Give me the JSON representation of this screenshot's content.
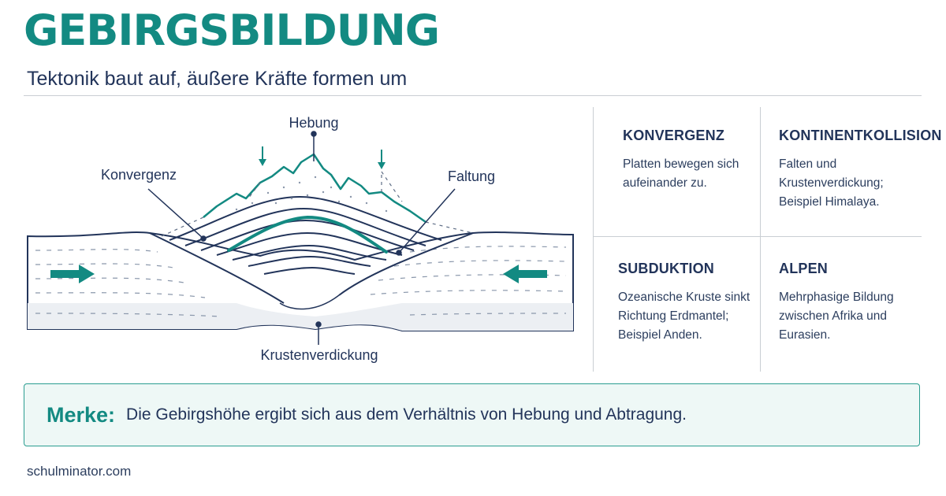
{
  "header": {
    "title": "GEBIRGSBILDUNG",
    "subtitle": "Tektonik baut auf, äußere Kräfte formen um"
  },
  "diagram": {
    "labels": {
      "hebung": "Hebung",
      "konvergenz": "Konvergenz",
      "faltung": "Faltung",
      "krustenverdickung": "Krustenverdickung"
    }
  },
  "cards": [
    {
      "title": "KONVERGENZ",
      "text": "Platten bewegen sich\naufeinander zu."
    },
    {
      "title": "KONTINENTKOLLISION",
      "text": "Falten und\nKrustenverdickung;\nBeispiel Himalaya."
    },
    {
      "title": "SUBDUKTION",
      "text": "Ozeanische Kruste sinkt\nRichtung Erdmantel;\nBeispiel Anden."
    },
    {
      "title": "ALPEN",
      "text": "Mehrphasige Bildung\nzwischen Afrika und\nEurasien."
    }
  ],
  "note": {
    "label": "Merke:",
    "text": "Die Gebirgshöhe ergibt sich aus dem Verhältnis von Hebung und Abtragung."
  },
  "footer": {
    "text": "schulminator.com"
  },
  "colors": {
    "accent": "#138a82",
    "ink": "#22345a",
    "line": "#c9ced3",
    "note_bg": "#eef8f6"
  }
}
